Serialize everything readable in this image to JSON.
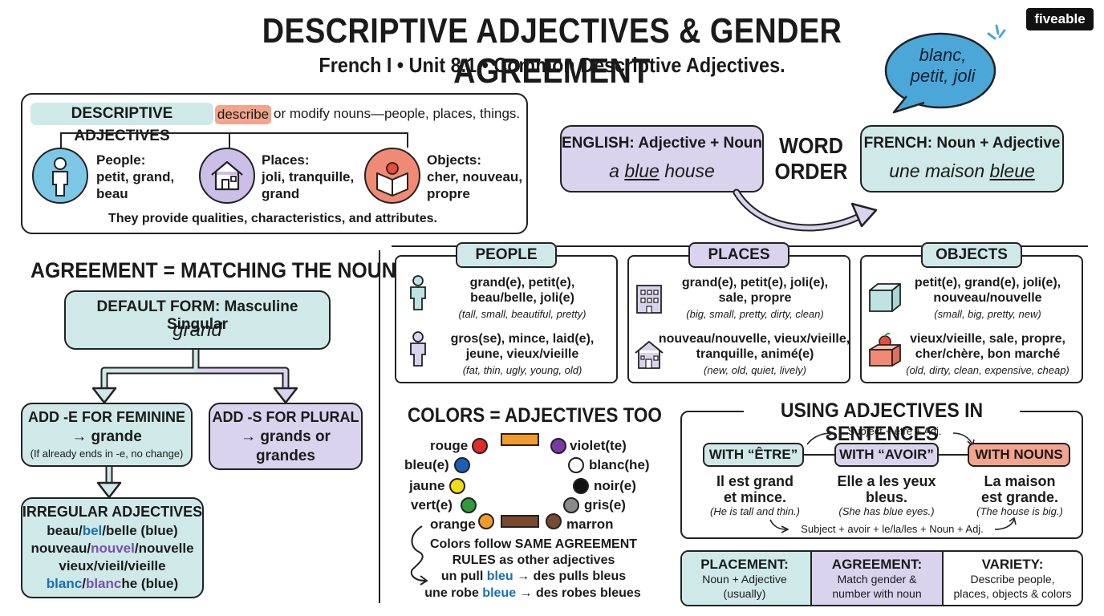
{
  "header": {
    "title": "DESCRIPTIVE ADJECTIVES & GENDER AGREEMENT",
    "subtitle": "French I • Unit 8.1 • Common Descriptive Adjectives.",
    "logo": "fiveable",
    "bubble_line1": "blanc,",
    "bubble_line2": "petit, joli"
  },
  "intro": {
    "label": "DESCRIPTIVE ADJECTIVES",
    "verb": "describe",
    "rest": "or modify nouns—people, places, things.",
    "people_title": "People:",
    "people_l1": "petit, grand,",
    "people_l2": "beau",
    "places_title": "Places:",
    "places_l1": "joli, tranquille,",
    "places_l2": "grand",
    "objects_title": "Objects:",
    "objects_l1": "cher, nouveau,",
    "objects_l2": "propre",
    "footer": "They provide qualities, characteristics, and attributes."
  },
  "word_order": {
    "label_line1": "WORD",
    "label_line2": "ORDER",
    "english_title": "ENGLISH: Adjective + Noun",
    "english_a": "a",
    "english_adj": "blue",
    "english_noun": "house",
    "french_title": "FRENCH: Noun + Adjective",
    "french_noun": "une maison",
    "french_adj": "bleue"
  },
  "agreement": {
    "heading": "AGREEMENT = MATCHING THE NOUN",
    "default_title": "DEFAULT FORM: Masculine Singular",
    "default_word": "grand",
    "fem_title": "ADD -E FOR FEMININE",
    "fem_line": "→ grande",
    "fem_note": "(If already ends in -e, no change)",
    "plural_title": "ADD -S FOR PLURAL",
    "plural_l1": "→ grands or",
    "plural_l2": "grandes",
    "irregular_title": "IRREGULAR ADJECTIVES",
    "irr_beau_a": "beau/",
    "irr_beau_b": "bel",
    "irr_beau_c": "/belle (blue)",
    "irr_nouveau_a": "nouveau/",
    "irr_nouveau_b": "nouvel",
    "irr_nouveau_c": "/nouvelle",
    "irr_vieux": "vieux/vieil/vieille",
    "irr_blanc_a": "blanc",
    "irr_blanc_b": "/",
    "irr_blanc_c": "blanc",
    "irr_blanc_d": "he (blue)"
  },
  "categories": {
    "people": {
      "tag": "PEOPLE",
      "a1": "grand(e), petit(e),",
      "a2": "beau/belle, joli(e)",
      "a3": "(tall, small, beautiful, pretty)",
      "b1": "gros(se), mince, laid(e),",
      "b2": "jeune, vieux/vieille",
      "b3": "(fat, thin, ugly, young, old)"
    },
    "places": {
      "tag": "PLACES",
      "a1": "grand(e), petit(e), joli(e),",
      "a2": "sale, propre",
      "a3": "(big, small, pretty, dirty, clean)",
      "b1": "nouveau/nouvelle, vieux/vieille,",
      "b2": "tranquille, animé(e)",
      "b3": "(new, old, quiet, lively)"
    },
    "objects": {
      "tag": "OBJECTS",
      "a1": "petit(e), grand(e), joli(e),",
      "a2": "nouveau/nouvelle",
      "a3": "(small, big, pretty, new)",
      "b1": "vieux/vieille, sale, propre,",
      "b2": "cher/chère, bon marché",
      "b3": "(old, dirty, clean, expensive, cheap)"
    }
  },
  "colors": {
    "heading": "COLORS = ADJECTIVES TOO",
    "items": {
      "rouge": {
        "label": "rouge",
        "hex": "#e02b2b"
      },
      "bleu": {
        "label": "bleu(e)",
        "hex": "#1d5fb8"
      },
      "jaune": {
        "label": "jaune",
        "hex": "#f2dd12"
      },
      "vert": {
        "label": "vert(e)",
        "hex": "#2e9a3a"
      },
      "orange": {
        "label": "orange",
        "hex": "#f29a2a"
      },
      "violet": {
        "label": "violet(te)",
        "hex": "#7b3aa3"
      },
      "blanc": {
        "label": "blanc(he)",
        "hex": "#ffffff"
      },
      "noir": {
        "label": "noir(e)",
        "hex": "#111111"
      },
      "gris": {
        "label": "gris(e)",
        "hex": "#8a8a8a"
      },
      "marron": {
        "label": "marron",
        "hex": "#7a4a2c"
      }
    },
    "note_l1": "Colors follow SAME AGREEMENT",
    "note_l2": "RULES as other adjectives",
    "ex1_a": "un pull",
    "ex1_b": "bleu",
    "ex1_c": "→ des pulls bleus",
    "ex2_a": "une robe",
    "ex2_b": "bleue",
    "ex2_c": "→ des robes bleues"
  },
  "sentences": {
    "heading": "USING ADJECTIVES IN SENTENCES",
    "top_formula": "Subject + être + Adj.",
    "bottom_formula": "Subject + avoir + le/la/les + Noun + Adj.",
    "etre_tag": "WITH “ÊTRE”",
    "etre_l1": "Il est grand",
    "etre_l2": "et mince.",
    "etre_tr": "(He is tall and thin.)",
    "avoir_tag": "WITH “AVOIR”",
    "avoir_l1": "Elle a les yeux",
    "avoir_l2": "bleus.",
    "avoir_tr": "(She has blue eyes.)",
    "nouns_tag": "WITH NOUNS",
    "nouns_l1": "La maison",
    "nouns_l2": "est grande.",
    "nouns_tr": "(The house is big.)"
  },
  "summary": {
    "placement_title": "PLACEMENT:",
    "placement_l1": "Noun + Adjective",
    "placement_l2": "(usually)",
    "agreement_title": "AGREEMENT:",
    "agreement_l1": "Match gender &",
    "agreement_l2": "number with noun",
    "variety_title": "VARIETY:",
    "variety_l1": "Describe people,",
    "variety_l2": "places, objects & colors"
  }
}
